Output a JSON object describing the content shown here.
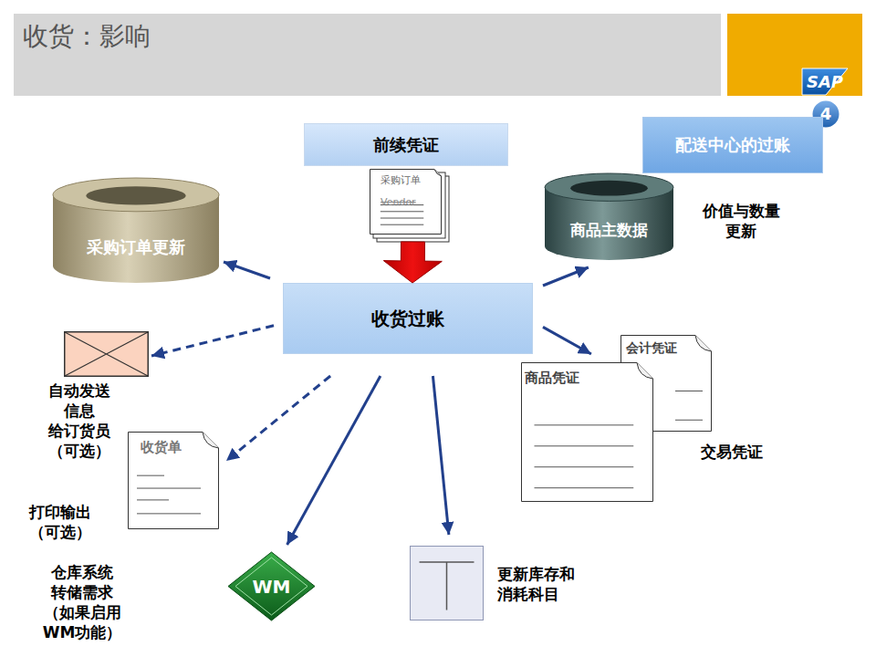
{
  "diagram": {
    "title": "收货：影响",
    "nodes": [
      {
        "text": [
          "前续凭证"
        ]
      },
      {
        "text": [
          "采购订单",
          "Vendor"
        ]
      },
      {
        "text": [
          "4"
        ]
      },
      {
        "text": [
          "配送中心的过账"
        ]
      },
      {
        "text": [
          "采购订单更新"
        ]
      },
      {
        "text": [
          "商品主数据"
        ]
      },
      {
        "text": [
          "收货过账"
        ]
      },
      {
        "text": [
          "自动发送 信息 给订货员 （可选）"
        ]
      },
      {
        "text": [
          "收货单"
        ]
      },
      {
        "text": [
          "会计凭证"
        ]
      },
      {
        "text": [
          "商品凭证"
        ]
      },
      {
        "text": [
          "WM"
        ]
      },
      {
        "text": [
          "更新库存和 消耗科目"
        ]
      }
    ],
    "edges": [
      {
        "from": 1,
        "to": 6,
        "arrow": "to"
      },
      {
        "from": 6,
        "to": 4,
        "arrow": "to"
      },
      {
        "from": 6,
        "to": 5,
        "arrow": "to"
      },
      {
        "from": 6,
        "to": 7,
        "arrow": "to"
      },
      {
        "from": 6,
        "to": 8,
        "arrow": "to"
      },
      {
        "from": 6,
        "to": 10,
        "arrow": "to"
      },
      {
        "from": 6,
        "to": 11,
        "arrow": "to"
      },
      {
        "from": 6,
        "to": 12,
        "arrow": "to"
      }
    ],
    "labels": [
      "SAP",
      "价值与数量 更新",
      "交易凭证",
      "打印输出 （可选）",
      "仓库系统 转储需求 （如果启用 WM功能）"
    ]
  }
}
